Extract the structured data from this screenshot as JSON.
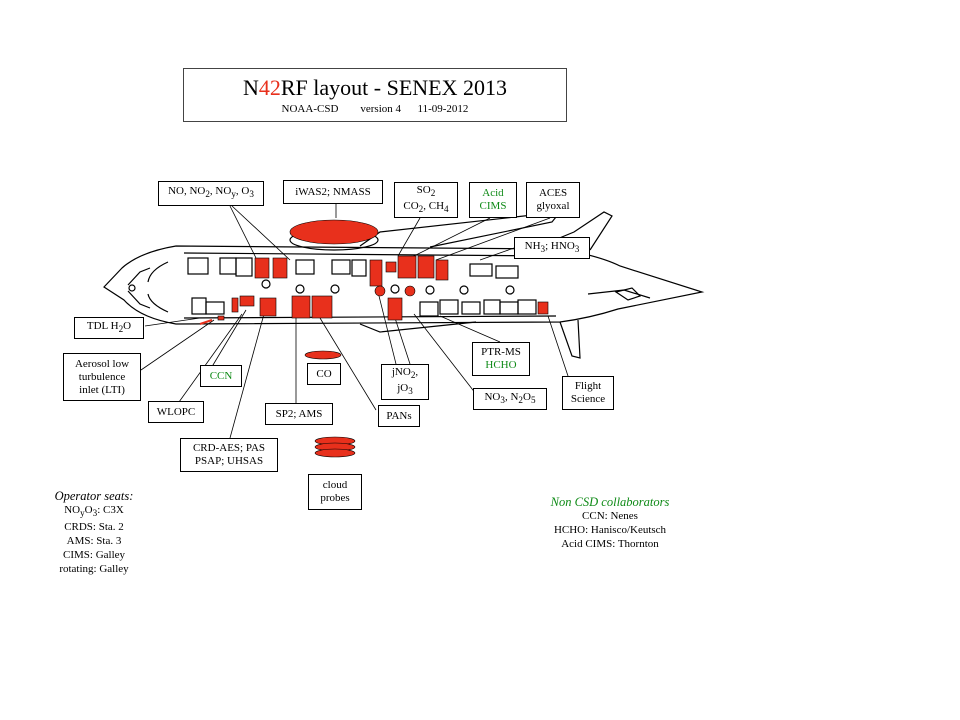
{
  "title": {
    "prefix": "N",
    "highlight": "42",
    "suffix": "RF layout - SENEX 2013",
    "subtitle": "NOAA-CSD        version 4      11-09-2012"
  },
  "colors": {
    "instrument": "#e8301c",
    "collaborator_text": "#0e8a16",
    "outline": "#000000"
  },
  "labels": {
    "no_noy_o3": {
      "p1": "NO, NO",
      "s1": "2",
      "p2": ", NO",
      "s2": "y",
      "p3": ", O",
      "s3": "3"
    },
    "iwas2": "iWAS2; NMASS",
    "so2": {
      "l1a": "SO",
      "l1s": "2",
      "l2a": "CO",
      "l2s": "2",
      "l2b": ", CH",
      "l2s2": "4"
    },
    "acid_cims": {
      "l1": "Acid",
      "l2": "CIMS"
    },
    "aces": {
      "l1": "ACES",
      "l2": "glyoxal"
    },
    "nh3": {
      "a": "NH",
      "s1": "3",
      "b": "; HNO",
      "s2": "3"
    },
    "tdl": {
      "a": "TDL H",
      "s": "2",
      "b": "O"
    },
    "aerosol_inlet": {
      "l1": "Aerosol low",
      "l2": "turbulence",
      "l3": "inlet (LTI)"
    },
    "ccn": "CCN",
    "co": "CO",
    "jno2": {
      "l1a": "jNO",
      "l1s": "2",
      "l1b": ",",
      "l2a": "jO",
      "l2s": "3"
    },
    "ptr_ms": {
      "l1": "PTR-MS",
      "l2": "HCHO"
    },
    "no3": {
      "a": "NO",
      "s1": "3",
      "b": ", N",
      "s2": "2",
      "c": "O",
      "s3": "5"
    },
    "flight_science": {
      "l1": "Flight",
      "l2": "Science"
    },
    "wlopc": "WLOPC",
    "sp2": "SP2; AMS",
    "pans": "PANs",
    "crd_aes": {
      "l1": "CRD-AES; PAS",
      "l2": "PSAP; UHSAS"
    },
    "cloud_probes": {
      "l1": "cloud",
      "l2": "probes"
    }
  },
  "operator_seats": {
    "heading": "Operator seats:",
    "noyo3": {
      "a": "NO",
      "s1": "y",
      "b": "O",
      "s2": "3",
      "c": ": C3X"
    },
    "crds": "CRDS: Sta. 2",
    "ams": "AMS: Sta. 3",
    "cims": "CIMS: Galley",
    "rotating": "rotating: Galley"
  },
  "collaborators": {
    "heading": "Non CSD collaborators",
    "ccn": "CCN: Nenes",
    "hcho": "HCHO: Hanisco/Keutsch",
    "acid_cims": "Acid CIMS: Thornton"
  }
}
